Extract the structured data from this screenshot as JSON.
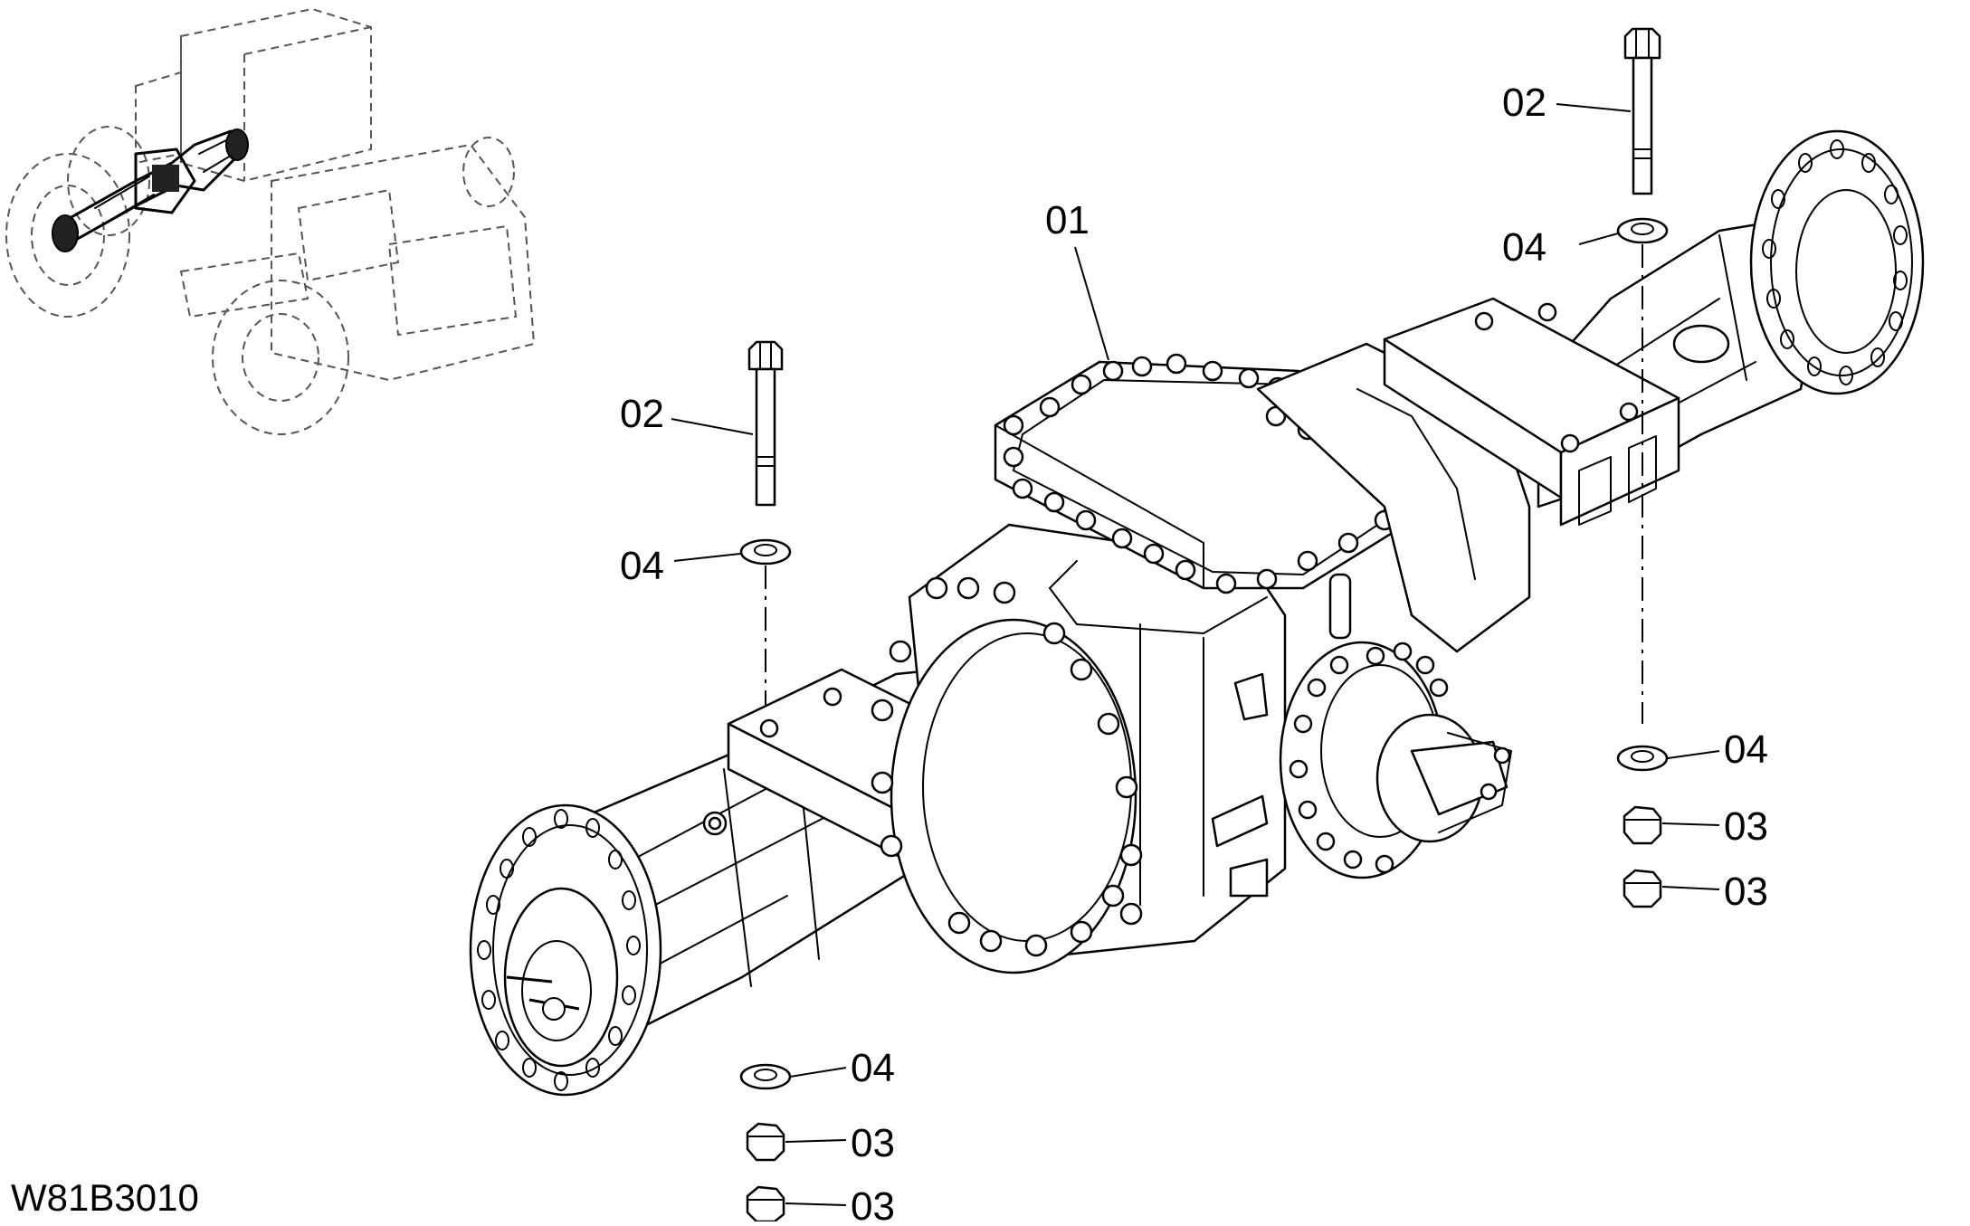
{
  "callouts": {
    "part_01": "01",
    "part_02_left": "02",
    "part_02_right": "02",
    "part_03_left_a": "03",
    "part_03_left_b": "03",
    "part_03_right_a": "03",
    "part_03_right_b": "03",
    "part_04_left_top": "04",
    "part_04_left_bottom": "04",
    "part_04_right_top": "04",
    "part_04_right_bottom": "04"
  },
  "drawing_number": "W81B3010"
}
